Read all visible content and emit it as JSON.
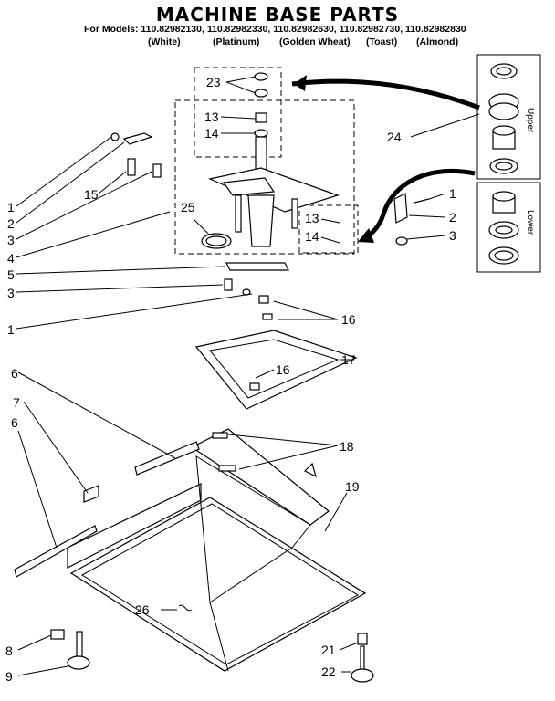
{
  "title": "MACHINE BASE PARTS",
  "models_line": "For Models: 110.82982130, 110.82982330, 110.82982630, 110.82982730, 110.82982830",
  "colors": [
    "(White)",
    "(Platinum)",
    "(Golden Wheat)",
    "(Toast)",
    "(Almond)"
  ],
  "side_labels": {
    "upper": "Upper",
    "lower": "Lower"
  },
  "callouts": {
    "n23": "23",
    "n13a": "13",
    "n14a": "14",
    "n24": "24",
    "n1a": "1",
    "n2a": "2",
    "n15": "15",
    "n3a": "3",
    "n25": "25",
    "n4": "4",
    "n1r": "1",
    "n2r": "2",
    "n3r": "3",
    "n13b": "13",
    "n14b": "14",
    "n5": "5",
    "n3b": "3",
    "n1b": "1",
    "n16a": "16",
    "n16b": "16",
    "n17": "17",
    "n6a": "6",
    "n7": "7",
    "n6b": "6",
    "n18": "18",
    "n19": "19",
    "n26": "26",
    "n8": "8",
    "n9": "9",
    "n21": "21",
    "n22": "22"
  }
}
